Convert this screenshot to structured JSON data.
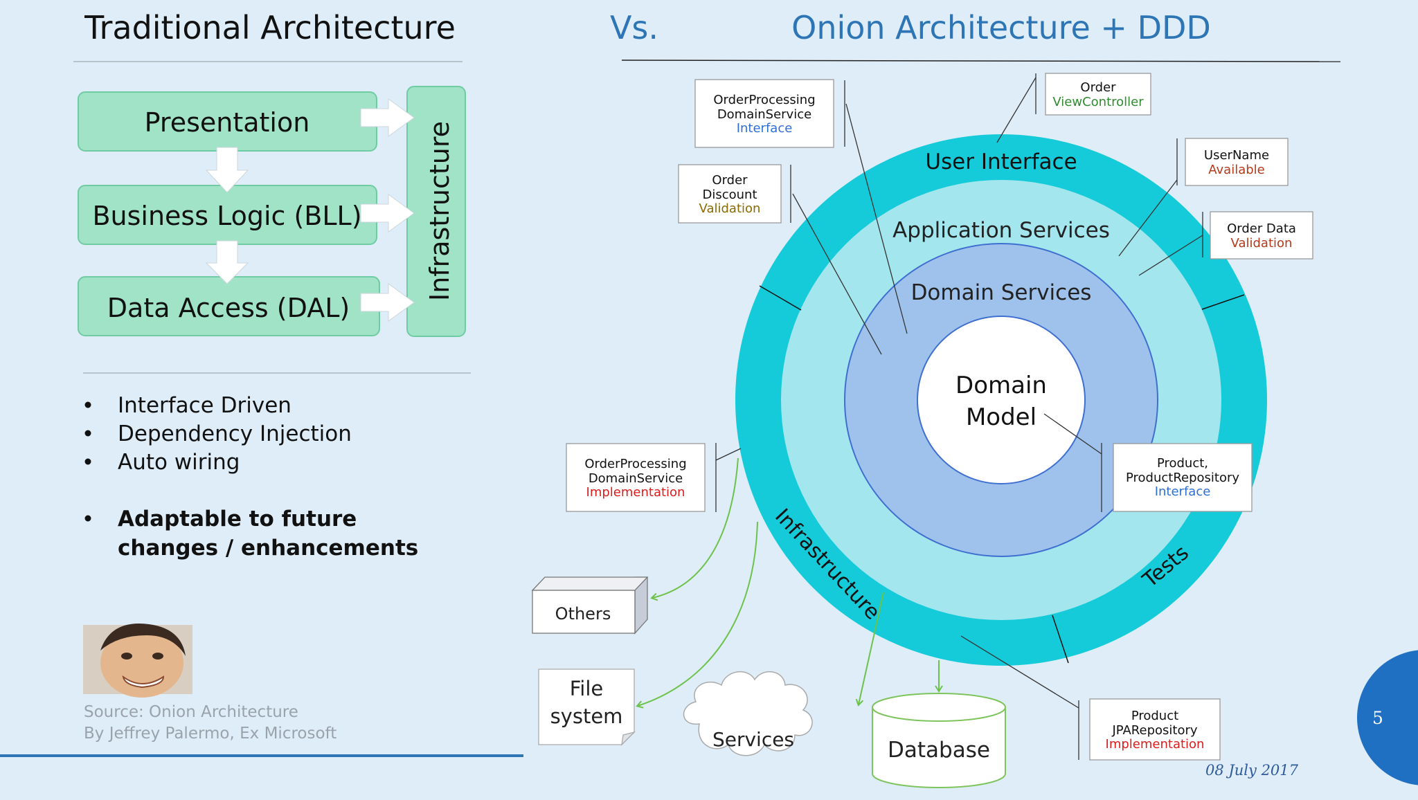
{
  "slide": {
    "left_title": "Traditional Architecture",
    "vs": "Vs.",
    "right_title": "Onion Architecture + DDD",
    "page_number": "5",
    "date": "08 July 2017",
    "colors": {
      "background": "#deedf8",
      "title_blue": "#2e75b6",
      "outer_ring": "#16cbd9",
      "app_ring": "#a3e6ee",
      "domain_services": "#9ec2ec",
      "layer_box": "#a0e3c7",
      "accent_blue_circle": "#1f6fc3",
      "bottom_rule": "#2e75b6",
      "interface_text": "#2e6fd6",
      "implementation_text": "#e01b1b",
      "validation_text": "#8b6a00",
      "view_controller_text": "#2e8b2e",
      "available_text": "#b5391a"
    }
  },
  "traditional": {
    "layers": [
      "Presentation",
      "Business Logic (BLL)",
      "Data Access (DAL)"
    ],
    "infrastructure": "Infrastructure"
  },
  "bullets": [
    "Interface Driven",
    "Dependency Injection",
    "Auto wiring"
  ],
  "bold_bullet": {
    "line1": "Adaptable to future",
    "line2": "changes / enhancements"
  },
  "source": {
    "line1": "Source: Onion Architecture",
    "line2": "By Jeffrey Palermo, Ex Microsoft"
  },
  "onion": {
    "user_interface": "User Interface",
    "application_services": "Application Services",
    "domain_services": "Domain Services",
    "domain_model_line1": "Domain",
    "domain_model_line2": "Model",
    "infrastructure": "Infrastructure",
    "tests": "Tests"
  },
  "callouts": {
    "order_processing_interface": [
      "OrderProcessing",
      "DomainService",
      "Interface"
    ],
    "order_view_controller": [
      "Order",
      "ViewController"
    ],
    "order_discount": [
      "Order",
      "Discount",
      "Validation"
    ],
    "username_available": [
      "UserName",
      "Available"
    ],
    "order_data_validation": [
      "Order Data",
      "Validation"
    ],
    "order_processing_impl": [
      "OrderProcessing",
      "DomainService",
      "Implementation"
    ],
    "product_repository_interface": [
      "Product,",
      "ProductRepository",
      "Interface"
    ],
    "product_jpa_impl": [
      "Product",
      "JPARepository",
      "Implementation"
    ]
  },
  "external": {
    "others": "Others",
    "file_system_line1": "File",
    "file_system_line2": "system",
    "services": "Services",
    "database": "Database"
  }
}
